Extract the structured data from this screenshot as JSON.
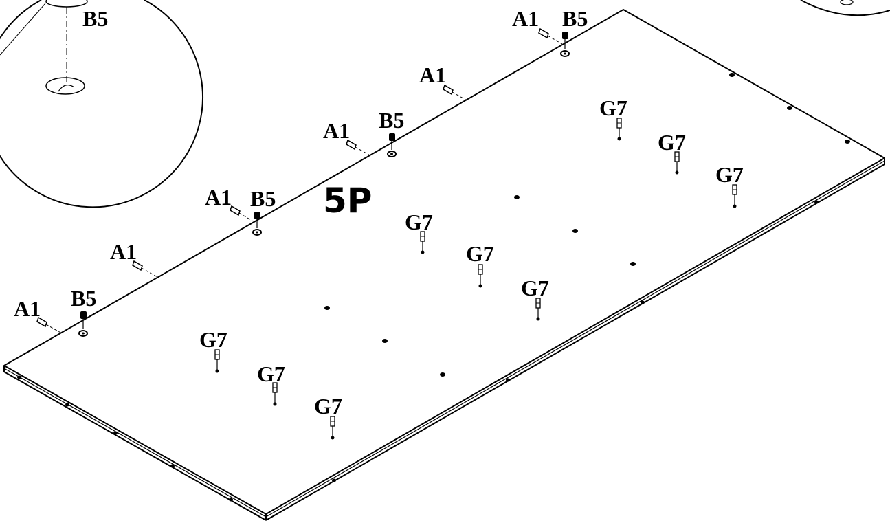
{
  "part_label": "5P",
  "labels": {
    "a1": "A1",
    "b5": "B5",
    "g7": "G7"
  },
  "detail_callouts": {
    "left_label": "B5"
  }
}
